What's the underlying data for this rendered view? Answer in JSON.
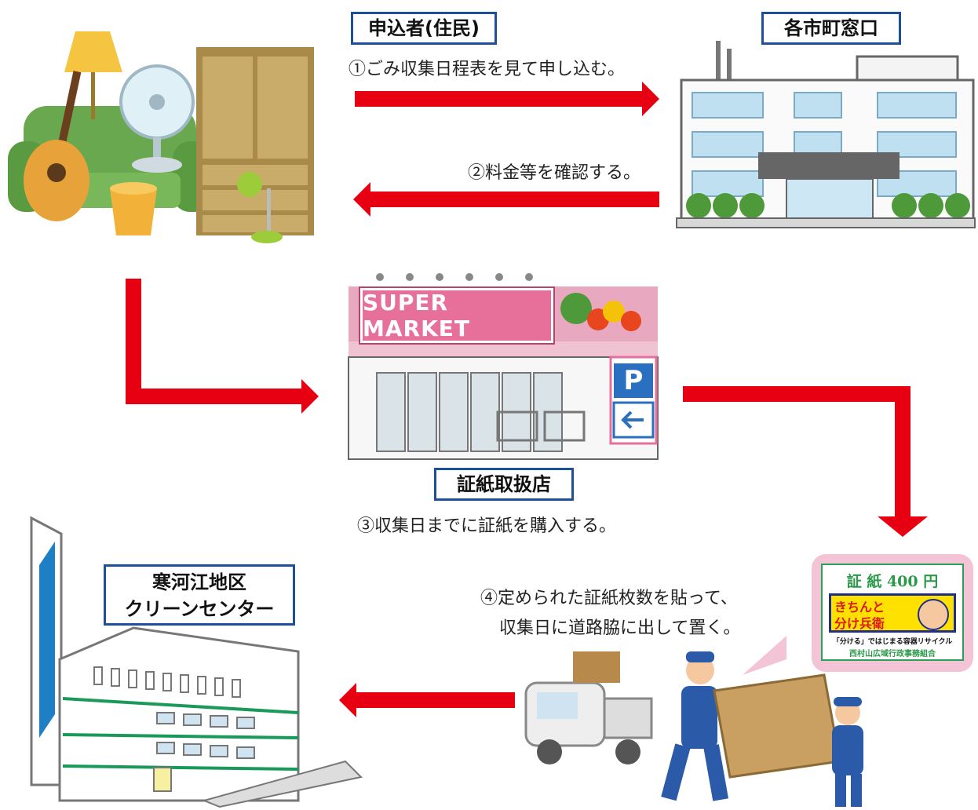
{
  "labels": {
    "applicant": "申込者(住民)",
    "city_office": "各市町窓口",
    "stamp_store": "証紙取扱店",
    "clean_center_line1": "寒河江地区",
    "clean_center_line2": "クリーンセンター"
  },
  "steps": {
    "step1": "①ごみ収集日程表を見て申し込む。",
    "step2": "②料金等を確認する。",
    "step3": "③収集日までに証紙を購入する。",
    "step4_line1": "④定められた証紙枚数を貼って、",
    "step4_line2": "収集日に道路脇に出して置く。"
  },
  "supermarket": {
    "sign": "SUPER MARKET",
    "parking": "P"
  },
  "stamp": {
    "title": "証 紙 400 円",
    "mascot_line1": "きちんと",
    "mascot_line2": "分け兵衛",
    "slogan": "「分ける」ではじまる容器リサイクル",
    "issuer": "西村山広域行政事務組合"
  },
  "colors": {
    "arrow": "#e60012",
    "label_border": "#1e4f9a",
    "sign_pink": "#e6709a",
    "bubble_pink": "#f3c3d6"
  }
}
